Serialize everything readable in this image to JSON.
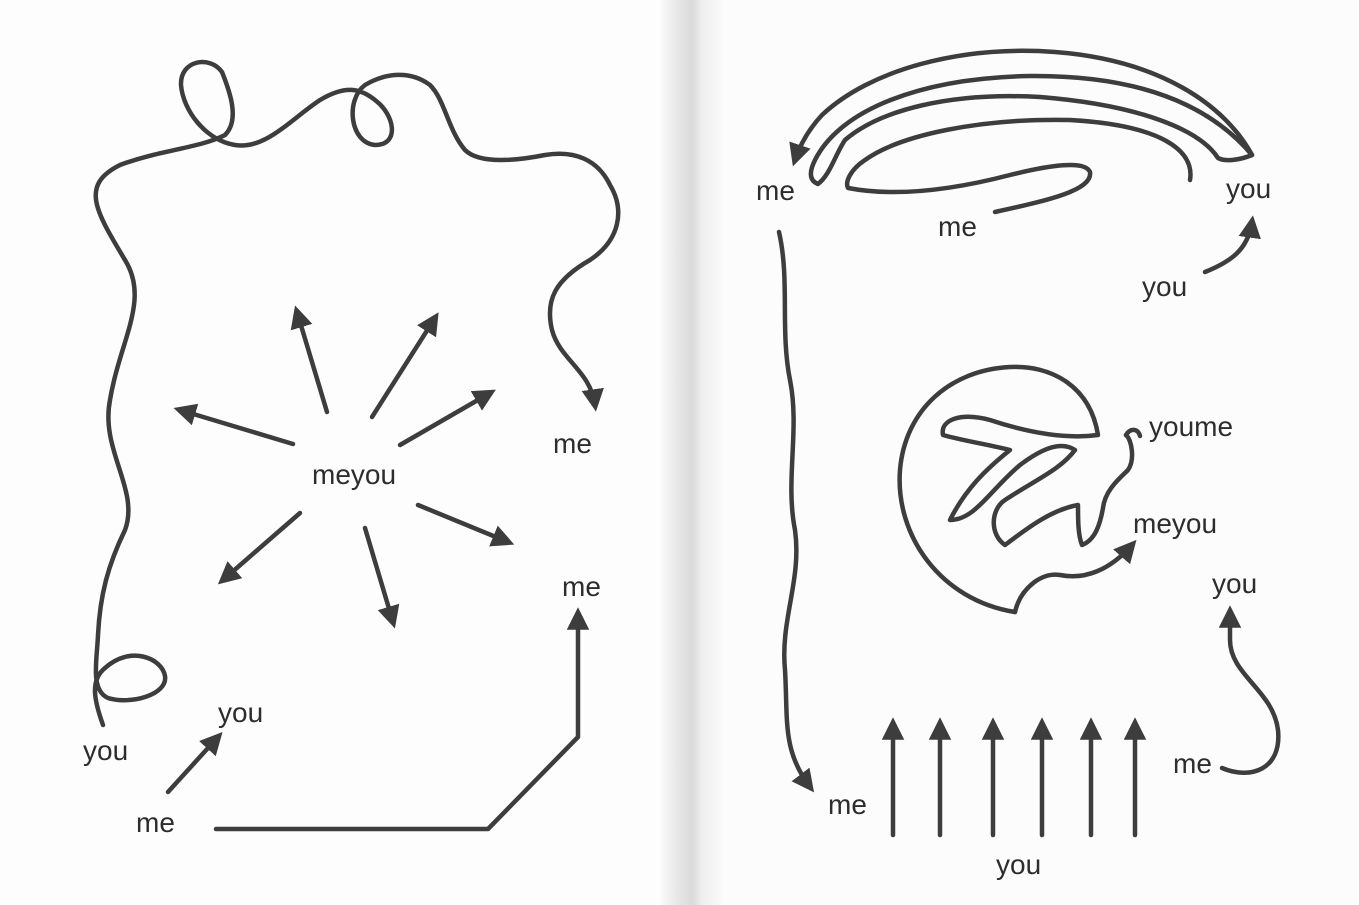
{
  "left_page": {
    "labels": {
      "meyou": "meyou",
      "me_squiggle_end": "me",
      "me_elbow_end": "me",
      "you_squiggle_start": "you",
      "you_arrow_target": "you",
      "me_bottom": "me"
    }
  },
  "right_page": {
    "labels": {
      "me_top_left": "me",
      "me_top_middle": "me",
      "you_top_right": "you",
      "you_arrow_source": "you",
      "youme": "youme",
      "meyou": "meyou",
      "you_right": "you",
      "me_right": "me",
      "me_bottom_left": "me",
      "you_bottom": "you"
    }
  },
  "colors": {
    "ink": "#3d3d3d",
    "paper": "#fdfdfd",
    "gutter": "#d9d9d9"
  }
}
